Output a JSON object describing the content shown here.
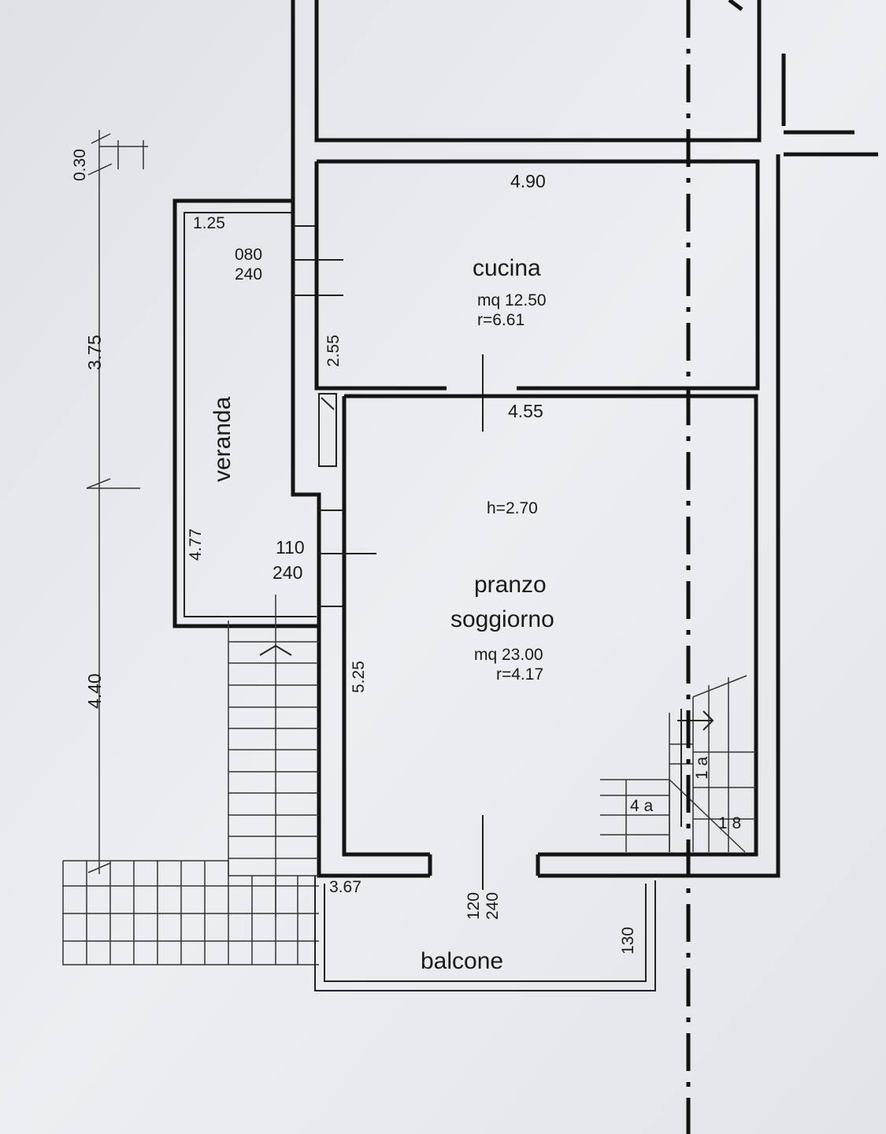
{
  "rooms": {
    "cucina": {
      "name": "cucina",
      "area": "mq 12.50",
      "ratio": "r=6.61",
      "width": "4.90",
      "depth": "2.55"
    },
    "soggiorno": {
      "name_line1": "pranzo",
      "name_line2": "soggiorno",
      "height": "h=2.70",
      "area": "mq 23.00",
      "ratio": "r=4.17",
      "width": "4.55",
      "depth": "5.25"
    },
    "veranda": {
      "name": "veranda",
      "width": "1.25",
      "length": "4.77"
    },
    "balcone": {
      "name": "balcone",
      "width": "3.67",
      "depth": "130"
    }
  },
  "openings": {
    "window_cucina": {
      "width": "080",
      "height": "240"
    },
    "door_veranda": {
      "width": "110",
      "height": "240"
    },
    "door_balcone": {
      "width": "120",
      "height": "240"
    }
  },
  "dimensions": {
    "vertical": [
      "0.30",
      "3.75",
      "4.40"
    ]
  },
  "stairs": {
    "label_a": "4 a",
    "label_b": "1 a",
    "label_c": "1 8"
  }
}
